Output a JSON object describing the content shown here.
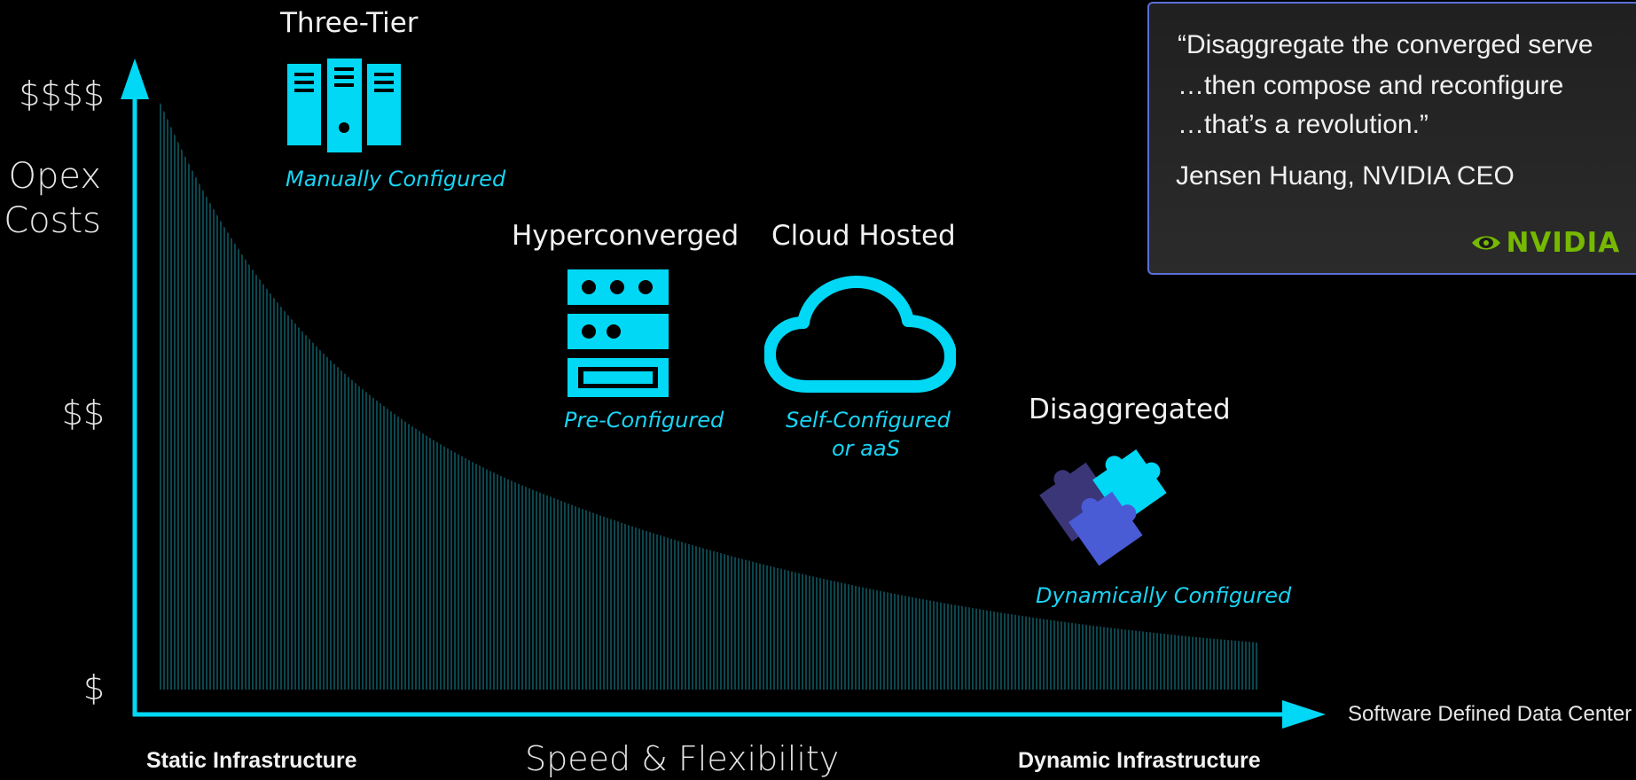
{
  "y_axis": {
    "high": "$$$$",
    "label_line1": "Opex",
    "label_line2": "Costs",
    "mid": "$$",
    "low": "$"
  },
  "x_axis": {
    "left": "Static Infrastructure",
    "center": "Speed & Flexibility",
    "right": "Dynamic Infrastructure",
    "end_label": "Software Defined Data Center"
  },
  "stages": [
    {
      "title": "Three-Tier",
      "caption": "Manually Configured",
      "icon": "server-rack-icon"
    },
    {
      "title": "Hyperconverged",
      "caption": "Pre-Configured",
      "icon": "hyperconverged-server-icon"
    },
    {
      "title": "Cloud Hosted",
      "caption_line1": "Self-Configured",
      "caption_line2": "or aaS",
      "icon": "cloud-icon"
    },
    {
      "title": "Disaggregated",
      "caption": "Dynamically Configured",
      "icon": "puzzle-pieces-icon"
    }
  ],
  "quote": {
    "line1": "“Disaggregate the converged serve",
    "line2": " …then compose and reconfigure",
    "line3": " …that’s a revolution.”",
    "author": "Jensen Huang, NVIDIA CEO",
    "logo_text": "NVIDIA"
  },
  "colors": {
    "accent": "#00d8f5",
    "curve_fill": "#1aa3b8",
    "quote_border": "#5a6fd8",
    "nvidia_green": "#76b900"
  }
}
